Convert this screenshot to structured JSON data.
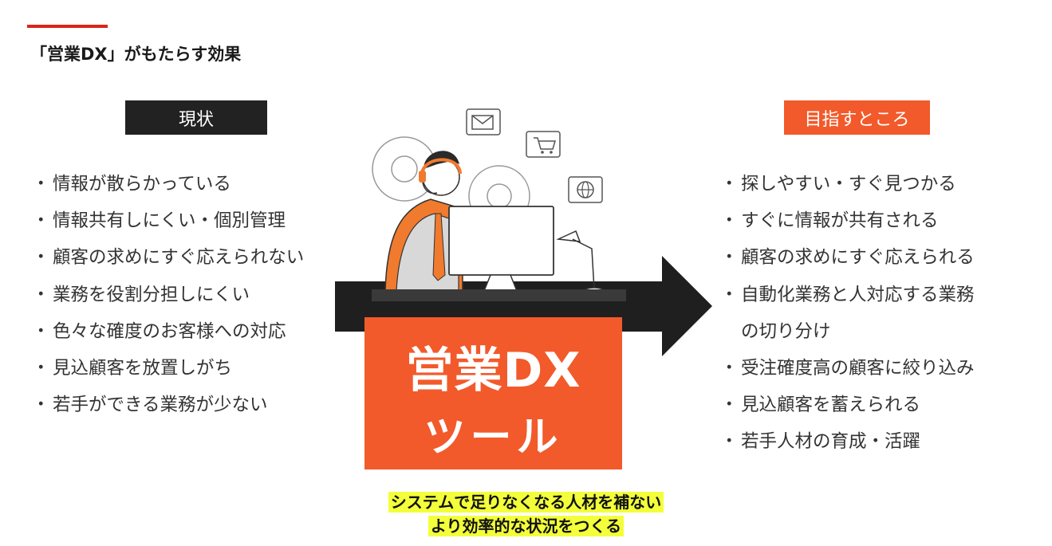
{
  "colors": {
    "accent_red": "#d9261c",
    "accent_orange": "#f25a2b",
    "arrow": "#1f1f1f",
    "highlight": "#f3ff3a",
    "illustration_orange": "#f07a2e"
  },
  "header": {
    "title": "「営業DX」がもたらす効果"
  },
  "current": {
    "label": "現状",
    "bullet": "・",
    "items": [
      "情報が散らかっている",
      "情報共有しにくい・個別管理",
      "顧客の求めにすぐ応えられない",
      "業務を役割分担しにくい",
      "色々な確度のお客様への対応",
      "見込顧客を放置しがち",
      "若手ができる業務が少ない"
    ]
  },
  "goal": {
    "label": "目指すところ",
    "bullet": "・",
    "items": [
      "探しやすい・すぐ見つかる",
      "すぐに情報が共有される",
      "顧客の求めにすぐ応えられる",
      "自動化業務と人対応する業務",
      "の切り分け",
      "受注確度高の顧客に絞り込み",
      "見込顧客を蓄えられる",
      "若手人材の育成・活躍"
    ]
  },
  "tool": {
    "line1": "営業DX",
    "line2": "ツール"
  },
  "caption": {
    "line1": "システムで足りなくなる人材を補ない",
    "line2": "より効率的な状況をつくる"
  },
  "illustration": {
    "icons": [
      "mail-icon",
      "cart-icon",
      "globe-icon",
      "gear-icon",
      "headset-icon",
      "monitor-icon",
      "desk-lamp-icon"
    ]
  }
}
